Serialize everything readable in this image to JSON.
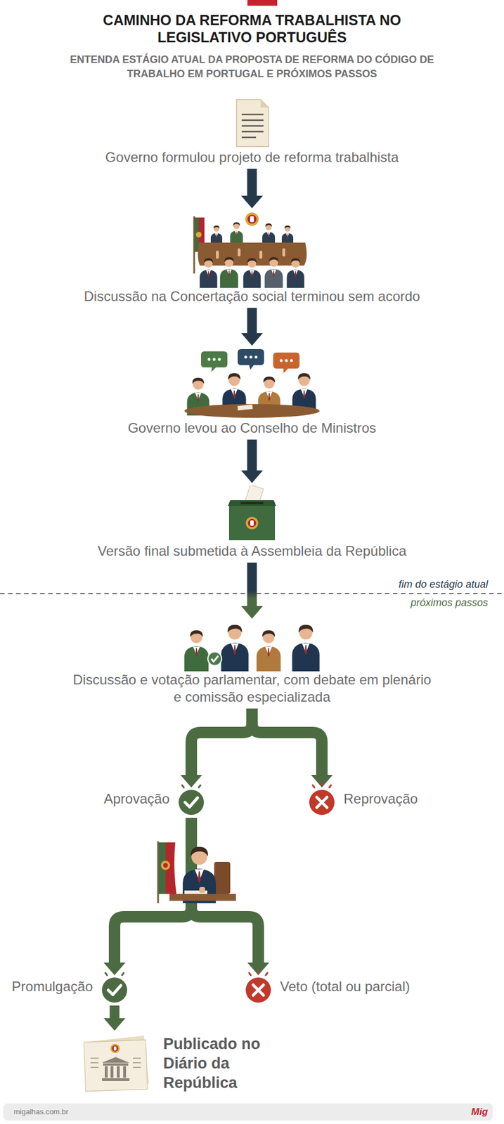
{
  "diagram": {
    "title": "CAMINHO DA REFORMA TRABALHISTA NO LEGISLATIVO PORTUGUÊS",
    "nodes": [
      {
        "text": [
          "Governo formulou projeto de reforma trabalhista"
        ]
      },
      {
        "text": [
          "Discussão na Concertação social terminou sem acordo"
        ]
      },
      {
        "text": [
          "Governo levou ao Conselho de Ministros"
        ]
      },
      {
        "text": [
          "Versão final submetida à Assembleia da República"
        ]
      },
      {
        "text": [
          "Discussão e votação parlamentar, com debate em plenário e comissão especializada"
        ]
      },
      {
        "text": [
          "Aprovação"
        ]
      },
      {
        "text": [
          "Reprovação"
        ]
      },
      {
        "text": [
          "Promulgação"
        ]
      },
      {
        "text": [
          "Veto (total ou parcial)"
        ]
      },
      {
        "text": [
          "Publicado no Diário da República"
        ]
      }
    ],
    "edges": [
      {
        "from": 0,
        "to": 1,
        "arrow": "to"
      },
      {
        "from": 1,
        "to": 2,
        "arrow": "to"
      },
      {
        "from": 2,
        "to": 3,
        "arrow": "to"
      },
      {
        "from": 3,
        "to": 4,
        "arrow": "to"
      },
      {
        "from": 4,
        "to": 5,
        "arrow": "to"
      },
      {
        "from": 4,
        "to": 6,
        "arrow": "to"
      },
      {
        "from": 5,
        "to": 7,
        "arrow": "to"
      },
      {
        "from": 5,
        "to": 8,
        "arrow": "to"
      },
      {
        "from": 7,
        "to": 9,
        "arrow": "to"
      }
    ],
    "labels": [
      "ENTENDA ESTÁGIO ATUAL DA PROPOSTA DE REFORMA DO CÓDIGO DE TRABALHO EM PORTUGAL E PRÓXIMOS PASSOS",
      "fim do estágio atual",
      "próximos passos",
      "migalhas.com.br",
      "Mig"
    ]
  }
}
